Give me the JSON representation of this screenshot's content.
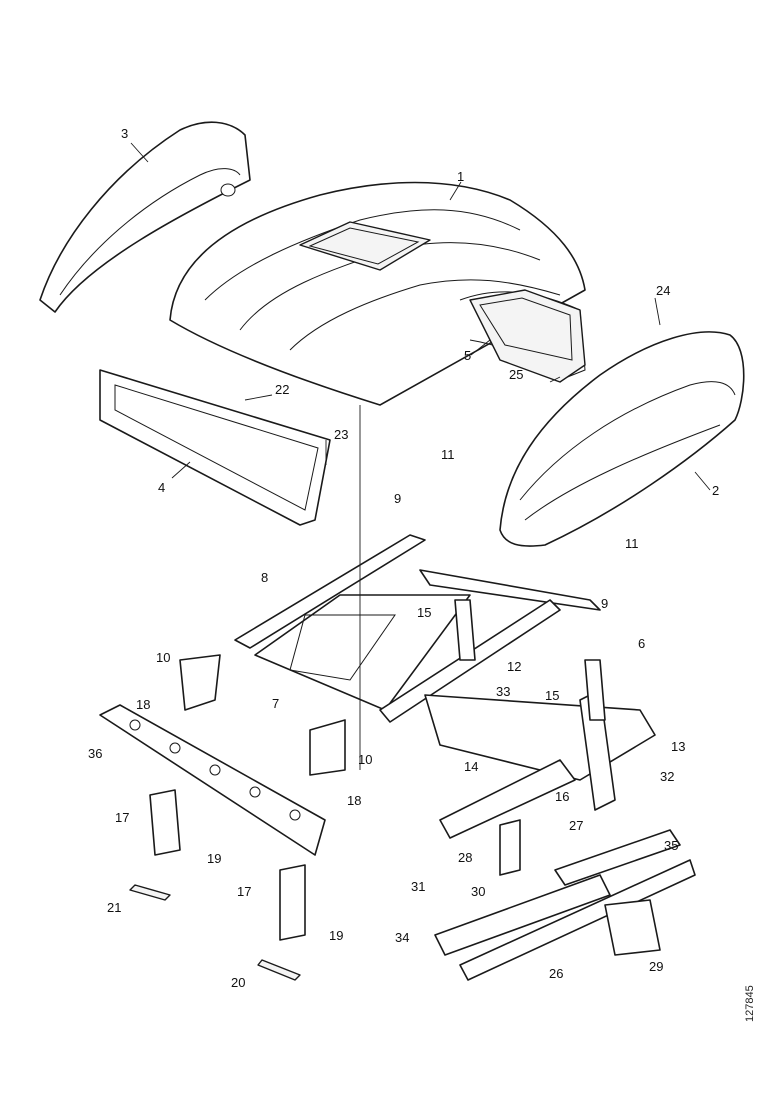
{
  "diagram": {
    "reference_code": "127845",
    "callouts": [
      {
        "id": "c1",
        "text": "1"
      },
      {
        "id": "c2",
        "text": "2"
      },
      {
        "id": "c3",
        "text": "3"
      },
      {
        "id": "c4",
        "text": "4"
      },
      {
        "id": "c5",
        "text": "5"
      },
      {
        "id": "c6",
        "text": "6"
      },
      {
        "id": "c7",
        "text": "7"
      },
      {
        "id": "c8",
        "text": "8"
      },
      {
        "id": "c9a",
        "text": "9"
      },
      {
        "id": "c9b",
        "text": "9"
      },
      {
        "id": "c10a",
        "text": "10"
      },
      {
        "id": "c10b",
        "text": "10"
      },
      {
        "id": "c11a",
        "text": "11"
      },
      {
        "id": "c11b",
        "text": "11"
      },
      {
        "id": "c12",
        "text": "12"
      },
      {
        "id": "c13",
        "text": "13"
      },
      {
        "id": "c14",
        "text": "14"
      },
      {
        "id": "c15a",
        "text": "15"
      },
      {
        "id": "c15b",
        "text": "15"
      },
      {
        "id": "c16",
        "text": "16"
      },
      {
        "id": "c17a",
        "text": "17"
      },
      {
        "id": "c17b",
        "text": "17"
      },
      {
        "id": "c18a",
        "text": "18"
      },
      {
        "id": "c18b",
        "text": "18"
      },
      {
        "id": "c19a",
        "text": "19"
      },
      {
        "id": "c19b",
        "text": "19"
      },
      {
        "id": "c20",
        "text": "20"
      },
      {
        "id": "c21",
        "text": "21"
      },
      {
        "id": "c22",
        "text": "22"
      },
      {
        "id": "c23",
        "text": "23"
      },
      {
        "id": "c24",
        "text": "24"
      },
      {
        "id": "c25",
        "text": "25"
      },
      {
        "id": "c26",
        "text": "26"
      },
      {
        "id": "c27",
        "text": "27"
      },
      {
        "id": "c28",
        "text": "28"
      },
      {
        "id": "c29",
        "text": "29"
      },
      {
        "id": "c30",
        "text": "30"
      },
      {
        "id": "c31",
        "text": "31"
      },
      {
        "id": "c32",
        "text": "32"
      },
      {
        "id": "c33",
        "text": "33"
      },
      {
        "id": "c34",
        "text": "34"
      },
      {
        "id": "c35",
        "text": "35"
      },
      {
        "id": "c36",
        "text": "36"
      }
    ]
  }
}
